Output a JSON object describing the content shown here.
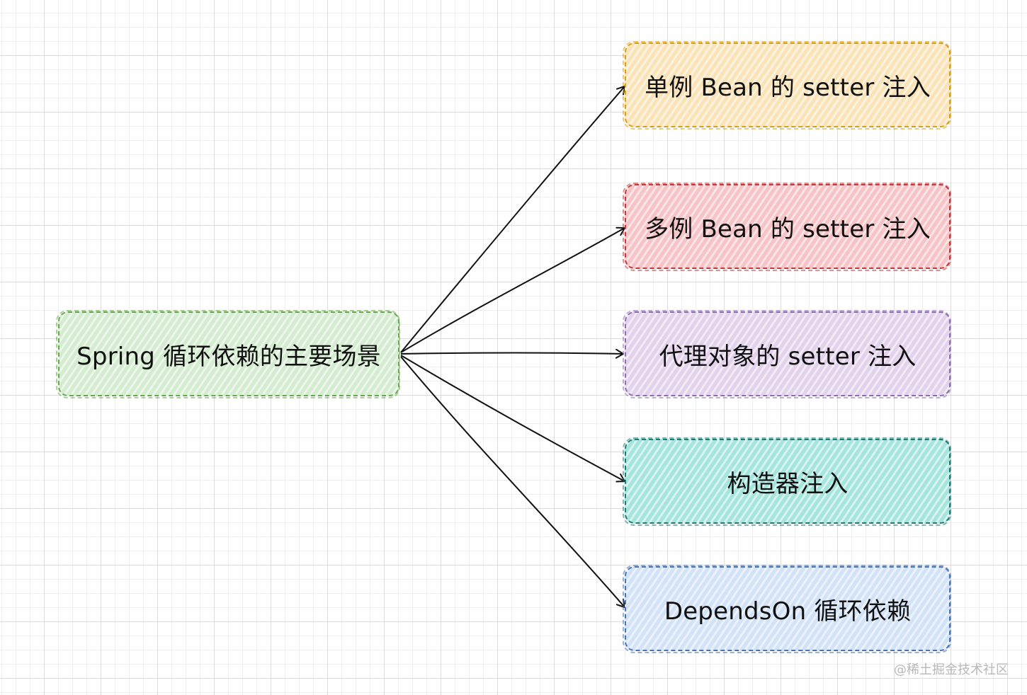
{
  "diagram": {
    "root": {
      "label": "Spring 循环依赖的主要场景",
      "stroke": "#6aa84f",
      "fill": "#d4ecd0"
    },
    "children": [
      {
        "label": "单例 Bean 的 setter 注入",
        "stroke": "#d6a11a",
        "fill": "#fbe3b8"
      },
      {
        "label": "多例 Bean 的 setter 注入",
        "stroke": "#c0393b",
        "fill": "#f6c3c6"
      },
      {
        "label": "代理对象的 setter 注入",
        "stroke": "#8e6fb0",
        "fill": "#e2d2ec"
      },
      {
        "label": "构造器注入",
        "stroke": "#1f7a76",
        "fill": "#a6e5dc"
      },
      {
        "label": "DependsOn 循环依赖",
        "stroke": "#4a73b5",
        "fill": "#d2e3f8"
      }
    ]
  },
  "watermark": "@稀土掘金技术社区"
}
